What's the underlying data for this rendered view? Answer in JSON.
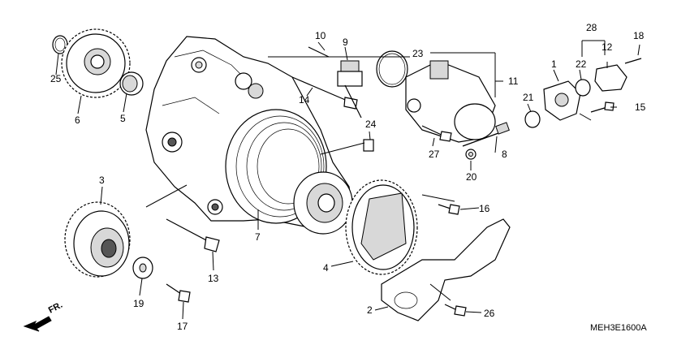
{
  "diagram_code": "MEH3E1600A",
  "direction_label": "FR.",
  "callouts": {
    "p1": "1",
    "p2": "2",
    "p3": "3",
    "p4": "4",
    "p5": "5",
    "p6": "6",
    "p7": "7",
    "p8": "8",
    "p9": "9",
    "p10": "10",
    "p11": "11",
    "p12": "12",
    "p13": "13",
    "p14": "14",
    "p15": "15",
    "p16": "16",
    "p17": "17",
    "p18": "18",
    "p19": "19",
    "p20": "20",
    "p21": "21",
    "p22": "22",
    "p23": "23",
    "p24": "24",
    "p25": "25",
    "p26": "26",
    "p27": "27",
    "p28": "28"
  }
}
